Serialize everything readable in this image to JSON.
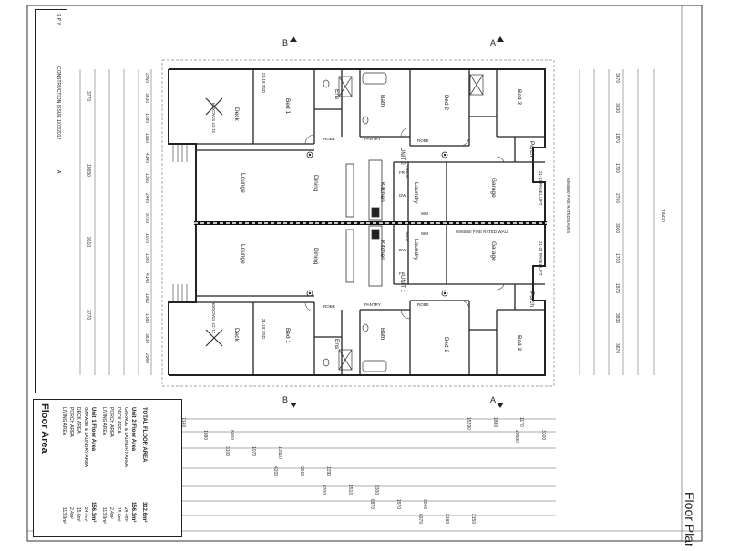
{
  "revision": {
    "label_top": "S P Y",
    "issue": "CONSTRUCTION ISSUE",
    "date": "1/03/2012",
    "rev": "A"
  },
  "sections": {
    "a": "A",
    "b": "B"
  },
  "units": {
    "unit1": "UNIT 1",
    "unit2": "UNIT 2"
  },
  "rooms": {
    "deck": "Deck",
    "bed1": "Bed 1",
    "bed2": "Bed 2",
    "bed3": "Bed 3",
    "ens": "Ens",
    "bath": "Bath",
    "lounge": "Lounge",
    "dining": "Dining",
    "kitchen": "Kitchen",
    "laundry": "Laundry",
    "garage": "Garage",
    "porch": "Porch",
    "pantry": "PANTRY",
    "robe": "ROBE",
    "linen": "LINEN",
    "wall_note": "60/60/60 FIRE RATED WALL",
    "eaves_note": "60/60/60 FIRE RATED EAVES",
    "panel_lift": "21-27 PANEL LIFT",
    "stacker": "21-27 STACKER",
    "sliding": "21-18 SSD",
    "fr": "FR",
    "dw": "DW",
    "wm": "WM"
  },
  "floor_area": {
    "title": "Floor Area",
    "unit1": {
      "rows": [
        {
          "label": "LIVING AREA",
          "value": "113.9m²"
        },
        {
          "label": "PORCH AREA",
          "value": "2.4m²"
        },
        {
          "label": "DECK AREA",
          "value": "15.6m²"
        },
        {
          "label": "GARAGE & LAUNDRY AREA",
          "value": "24.4m²"
        }
      ],
      "total_label": "Unit 1 Floor Area",
      "total_value": "156.3m²"
    },
    "unit2": {
      "rows": [
        {
          "label": "LIVING AREA",
          "value": "113.9m²"
        },
        {
          "label": "PORCH AREA",
          "value": "2.4m²"
        },
        {
          "label": "DECK AREA",
          "value": "15.6m²"
        },
        {
          "label": "GARAGE & LAUNDRY AREA",
          "value": "24.4m²"
        }
      ],
      "total_label": "Unit 2 Floor Area",
      "total_value": "156.3m²"
    },
    "grand_label": "TOTAL FLOOR AREA",
    "grand_value": "312.6m²"
  },
  "sheet_title": "Floor Plan",
  "dims_left": [
    "2960",
    "3630",
    "1380",
    "1960",
    "4140",
    "1360",
    "2480",
    "9750",
    "1070",
    "1360",
    "4140",
    "1960",
    "1380",
    "3630",
    "2960"
  ],
  "dims_left_outer": [
    "3770",
    "18650",
    "9610",
    "3770"
  ],
  "dims_right": [
    "3670",
    "3830",
    "1870",
    "1700",
    "2700",
    "3000",
    "1700",
    "1870",
    "3830",
    "3670"
  ],
  "dims_right_outer": [
    "18470"
  ],
  "dims_bottom": [
    "7140",
    "6000",
    "13510",
    "1290",
    "3300",
    "3000",
    "2150",
    "1170",
    "1880",
    "1070",
    "3010",
    "1510",
    "1570",
    "2180",
    "1880",
    "3300",
    "3100",
    "4200",
    "4200",
    "6870",
    "6970",
    "15290",
    "20880"
  ]
}
